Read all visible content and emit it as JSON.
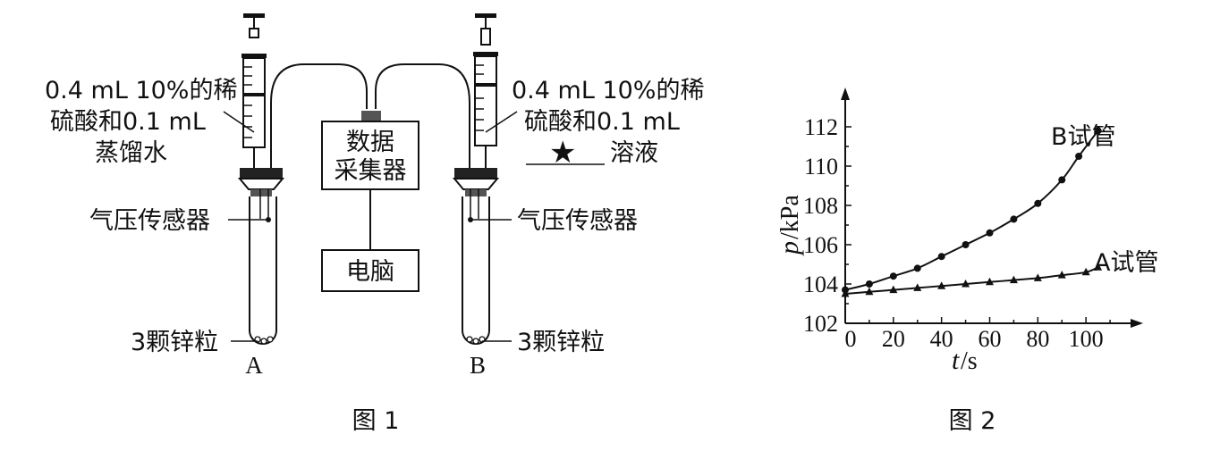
{
  "figure1": {
    "caption": "图 1",
    "left_syringe_label": [
      "0.4 mL 10%的稀",
      "硫酸和0.1 mL",
      "蒸馏水"
    ],
    "right_syringe_label": [
      "0.4 mL 10%的稀",
      "硫酸和0.1 mL",
      "溶液"
    ],
    "star_symbol": "★",
    "sensor_label": "气压传感器",
    "collector_label": [
      "数据",
      "采集器"
    ],
    "computer_label": "电脑",
    "zinc_label": "3颗锌粒",
    "tube_a": "A",
    "tube_b": "B"
  },
  "figure2": {
    "caption": "图 2",
    "chart_data": {
      "type": "scatter",
      "xlabel_var": "t",
      "xlabel_unit": "/s",
      "ylabel_var": "p",
      "ylabel_unit": "/kPa",
      "xlim": [
        0,
        120
      ],
      "ylim": [
        102,
        113
      ],
      "x_ticks": [
        0,
        20,
        40,
        60,
        80,
        100
      ],
      "y_ticks": [
        102,
        104,
        106,
        108,
        110,
        112
      ],
      "grid": false,
      "series": [
        {
          "name": "B试管",
          "marker": "circle",
          "x": [
            0,
            10,
            20,
            30,
            40,
            50,
            60,
            70,
            80,
            90,
            97,
            105
          ],
          "y": [
            103.7,
            104.0,
            104.4,
            104.8,
            105.4,
            106.0,
            106.6,
            107.3,
            108.1,
            109.3,
            110.5,
            111.8
          ]
        },
        {
          "name": "A试管",
          "marker": "triangle",
          "x": [
            0,
            10,
            20,
            30,
            40,
            50,
            60,
            70,
            80,
            90,
            100,
            105
          ],
          "y": [
            103.5,
            103.6,
            103.7,
            103.8,
            103.9,
            104.0,
            104.1,
            104.2,
            104.3,
            104.45,
            104.6,
            104.85
          ]
        }
      ]
    }
  }
}
